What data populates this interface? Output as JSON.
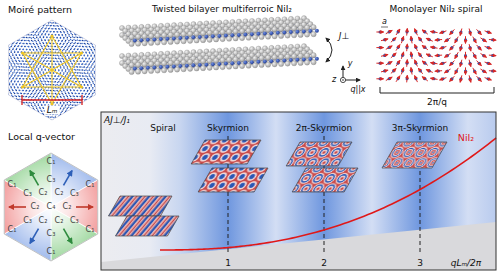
{
  "diagram": {
    "labels": [
      "Moiré pattern",
      "Lₘ",
      "Twisted bilayer multiferroic NiI₂",
      "J⊥",
      "Monolayer NiI₂ spiral",
      "y",
      "z",
      "q||x",
      "a",
      "2π/q",
      "Local q-vector",
      "C₄",
      "C₂",
      "C₂",
      "C₂",
      "C₂",
      "C₂",
      "C₂",
      "C₃",
      "C₃",
      "C₃",
      "C₃",
      "C₃",
      "C₃",
      "C₁",
      "C₁",
      "C₁",
      "C₁",
      "C₁",
      "C₁",
      "AJ⊥/J₁",
      "Spiral",
      "Skyrmion",
      "2π-Skyrmion",
      "3π-Skyrmion",
      "NiI₂",
      "1",
      "2",
      "3",
      "qLₘ/2π"
    ]
  }
}
